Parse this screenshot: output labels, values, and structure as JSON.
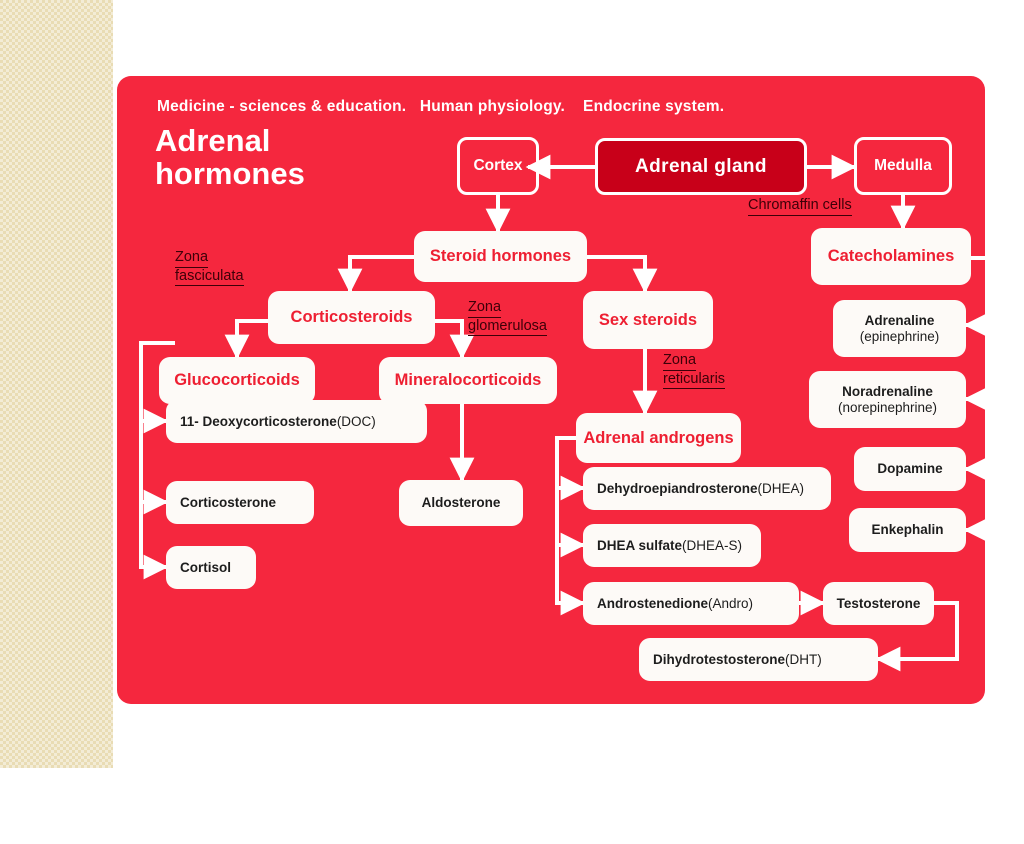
{
  "slide": {
    "kicker": "Medicine - sciences & education.   Human physiology.    Endocrine system.",
    "title": "Adrenal hormones",
    "panel_color": "#f5273e",
    "sidebar_color": "#e9dcb4",
    "accent_red": "#ee1f32",
    "dark_red": "#c80019",
    "box_color": "#fdfaf7",
    "annotation_color": "#3d0008"
  },
  "nodes": {
    "adrenal_gland": "Adrenal gland",
    "cortex": "Cortex",
    "medulla": "Medulla",
    "steroid_hormones": "Steroid hormones",
    "catecholamines": "Catecholamines",
    "corticosteroids": "Corticosteroids",
    "sex_steroids": "Sex steroids",
    "glucocorticoids": "Glucocorticoids",
    "mineralocorticoids": "Mineralocorticoids",
    "adrenal_androgens": "Adrenal androgens",
    "doc_bold": "11- Deoxycorticosterone ",
    "doc_paren": "(DOC)",
    "corticosterone": "Corticosterone",
    "cortisol": "Cortisol",
    "aldosterone": "Aldosterone",
    "dhea_bold": "Dehydroepiandrosterone",
    "dhea_paren": "(DHEA)",
    "dheas_bold": "DHEA sulfate ",
    "dheas_paren": "(DHEA-S)",
    "andro_bold": "Androstenedione ",
    "andro_paren": "(Andro)",
    "testosterone": "Testosterone",
    "dht_bold": "Dihydrotestosterone ",
    "dht_paren": "(DHT)",
    "adrenaline_bold": "Adrenaline",
    "adrenaline_sub": "(epinephrine)",
    "noradrenaline_bold": "Noradrenaline",
    "noradrenaline_sub": "(norepinephrine)",
    "dopamine": "Dopamine",
    "enkephalin": "Enkephalin"
  },
  "annotations": {
    "chromaffin_cells": "Chromaffin cells",
    "zona_fasciculata_l1": "Zona ",
    "zona_fasciculata_l2": "fasciculata",
    "zona_glomerulosa_l1": "Zona ",
    "zona_glomerulosa_l2": "glomerulosa",
    "zona_reticularis_l1": "Zona ",
    "zona_reticularis_l2": "reticularis"
  },
  "graph": {
    "type": "flowchart",
    "title": "Adrenal hormones",
    "edges": [
      {
        "from": "adrenal_gland",
        "to": "cortex"
      },
      {
        "from": "adrenal_gland",
        "to": "medulla"
      },
      {
        "from": "cortex",
        "to": "steroid_hormones"
      },
      {
        "from": "medulla",
        "to": "catecholamines",
        "label": "Chromaffin cells"
      },
      {
        "from": "steroid_hormones",
        "to": "corticosteroids"
      },
      {
        "from": "steroid_hormones",
        "to": "sex_steroids"
      },
      {
        "from": "corticosteroids",
        "to": "glucocorticoids",
        "label": "Zona fasciculata"
      },
      {
        "from": "corticosteroids",
        "to": "mineralocorticoids",
        "label": "Zona glomerulosa"
      },
      {
        "from": "sex_steroids",
        "to": "adrenal_androgens",
        "label": "Zona reticularis"
      },
      {
        "from": "glucocorticoids",
        "to": "doc"
      },
      {
        "from": "glucocorticoids",
        "to": "corticosterone"
      },
      {
        "from": "glucocorticoids",
        "to": "cortisol"
      },
      {
        "from": "mineralocorticoids",
        "to": "aldosterone"
      },
      {
        "from": "adrenal_androgens",
        "to": "dhea"
      },
      {
        "from": "adrenal_androgens",
        "to": "dheas"
      },
      {
        "from": "adrenal_androgens",
        "to": "andro"
      },
      {
        "from": "andro",
        "to": "testosterone"
      },
      {
        "from": "testosterone",
        "to": "dht"
      },
      {
        "from": "catecholamines",
        "to": "adrenaline"
      },
      {
        "from": "catecholamines",
        "to": "noradrenaline"
      },
      {
        "from": "catecholamines",
        "to": "dopamine"
      },
      {
        "from": "catecholamines",
        "to": "enkephalin"
      }
    ]
  }
}
